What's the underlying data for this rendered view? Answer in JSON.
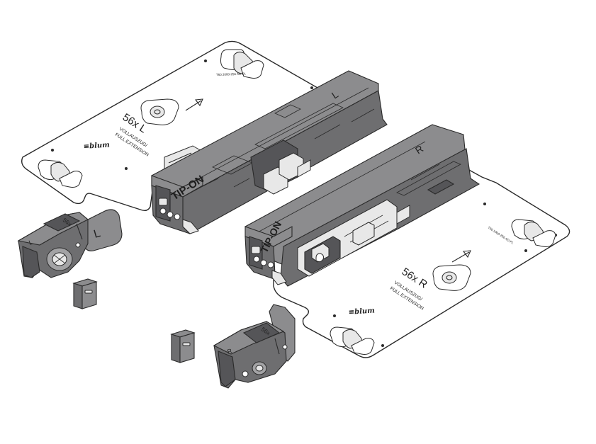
{
  "left_plate": {
    "model": "56x L",
    "line1": "VOLLAUSZUG/",
    "line2": "FULL EXTENSION",
    "code": "T60.1000-256   AD-PL",
    "logo": "≡blum"
  },
  "left_unit": {
    "side_letter": "L",
    "brand": "TIP-ON"
  },
  "right_plate": {
    "model": "56x R",
    "line1": "VOLLAUSZUG/",
    "line2": "FULL EXTENSION",
    "code": "T60.1000-256   AD-PL",
    "logo": "≡blum"
  },
  "right_unit": {
    "side_letter": "R",
    "brand": "TIP-ON"
  },
  "left_bracket": {
    "code": "56x",
    "side_letter": "L",
    "tab_letter": "L"
  },
  "right_bracket": {
    "code": "56x",
    "side_letter": "R"
  },
  "colors": {
    "housing": "#8c8c8e",
    "housing_dark": "#555558",
    "plate": "#ffffff",
    "outline": "#2a2a2a"
  }
}
